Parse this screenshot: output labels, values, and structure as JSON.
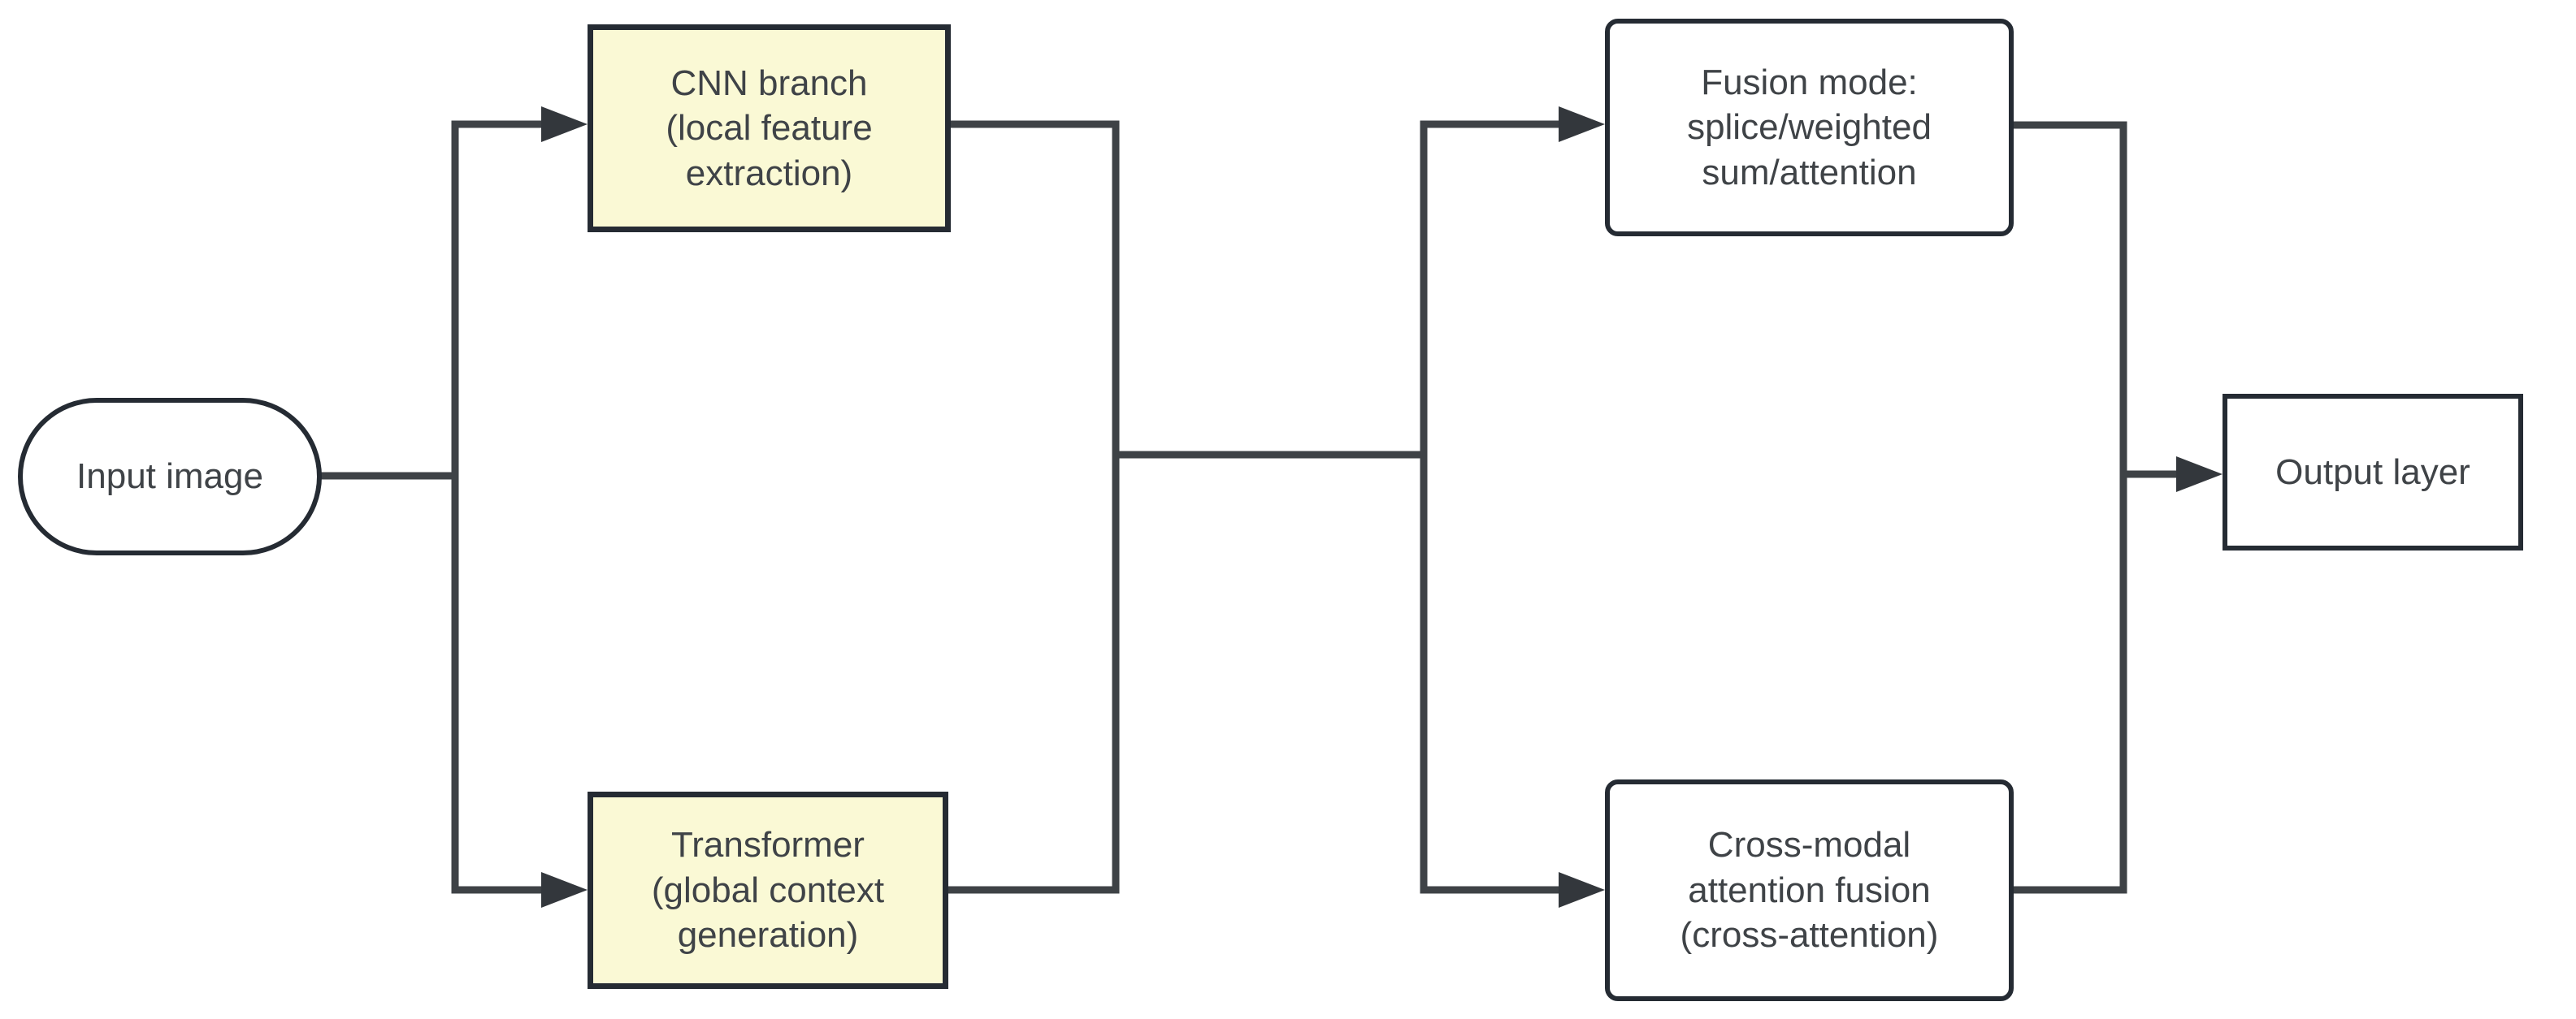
{
  "diagram": {
    "type": "flowchart",
    "background": "#ffffff",
    "nodes": [
      {
        "id": "input-image",
        "label": "Input image",
        "shape": "stadium",
        "fill": "#ffffff",
        "border": "#252b33"
      },
      {
        "id": "cnn-branch",
        "label": "CNN branch\n(local feature\nextraction)",
        "shape": "rectangle",
        "fill": "#faf9d5",
        "border": "#252b33"
      },
      {
        "id": "transformer",
        "label": "Transformer\n(global context\ngeneration)",
        "shape": "rectangle",
        "fill": "#faf9d5",
        "border": "#252b33"
      },
      {
        "id": "fusion-mode",
        "label": "Fusion mode:\nsplice/weighted\nsum/attention",
        "shape": "rounded-rectangle",
        "fill": "#ffffff",
        "border": "#252b33"
      },
      {
        "id": "cross-modal",
        "label": "Cross-modal\nattention fusion\n(cross-attention)",
        "shape": "rounded-rectangle",
        "fill": "#ffffff",
        "border": "#252b33"
      },
      {
        "id": "output-layer",
        "label": "Output layer",
        "shape": "rectangle",
        "fill": "#ffffff",
        "border": "#252b33"
      }
    ],
    "edges": [
      {
        "from": "input-image",
        "to": "cnn-branch",
        "arrow": true
      },
      {
        "from": "input-image",
        "to": "transformer",
        "arrow": true
      },
      {
        "from": "cnn-branch",
        "to": "fusion-mode",
        "arrow": true
      },
      {
        "from": "cnn-branch",
        "to": "cross-modal",
        "arrow": true
      },
      {
        "from": "transformer",
        "to": "fusion-mode",
        "arrow": true
      },
      {
        "from": "transformer",
        "to": "cross-modal",
        "arrow": true
      },
      {
        "from": "fusion-mode",
        "to": "output-layer",
        "arrow": true
      },
      {
        "from": "cross-modal",
        "to": "output-layer",
        "arrow": true
      }
    ],
    "colors": {
      "node_border": "#252b33",
      "connector": "#3e4246",
      "arrowhead": "#33373c",
      "text": "#3f4347",
      "yellow_fill": "#faf9d5",
      "white_fill": "#ffffff"
    }
  }
}
